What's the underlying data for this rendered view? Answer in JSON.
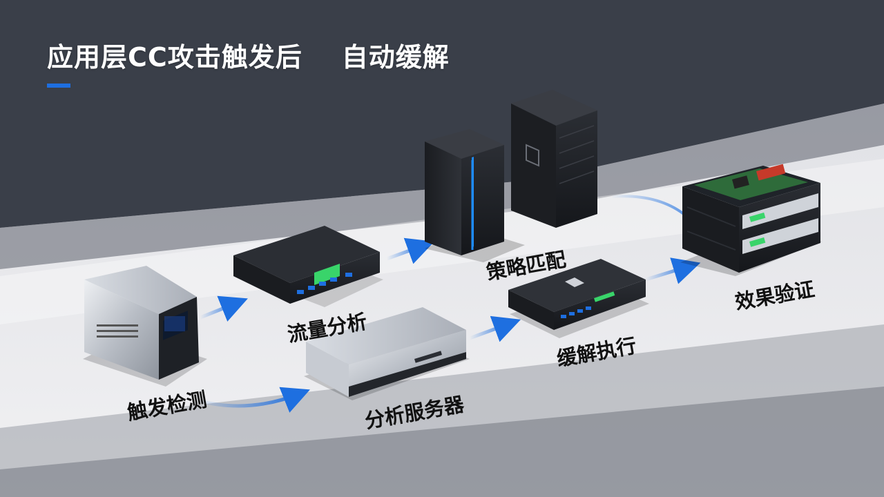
{
  "slide": {
    "title": "应用层CC攻击触发后    自动缓解",
    "accent_color": "#1e6fe0"
  },
  "steps": [
    {
      "label": "触发检测",
      "icon": "desktop-appliance-icon"
    },
    {
      "label": "流量分析",
      "icon": "rack-switch-icon"
    },
    {
      "label": "分析服务器",
      "icon": "silver-server-icon"
    },
    {
      "label": "策略匹配",
      "icon": "tower-server-pair-icon"
    },
    {
      "label": "缓解执行",
      "icon": "network-appliance-icon"
    },
    {
      "label": "效果验证",
      "icon": "open-rack-servers-icon"
    }
  ]
}
